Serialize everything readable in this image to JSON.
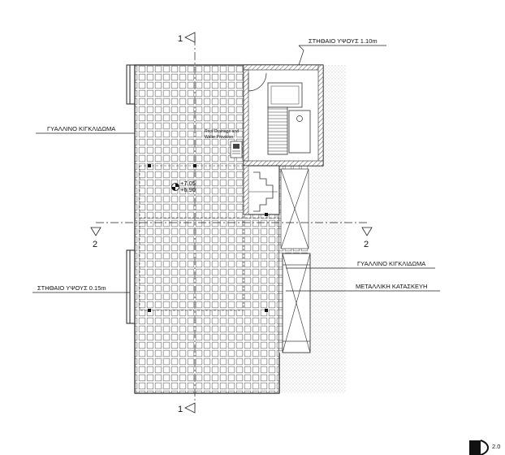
{
  "labels": {
    "parapet_high": "ΣΤΗΘΑΙΟ ΥΨΟΥΣ 1.10m",
    "glass_railing_left": "ΓΥΑΛΛΙΝΟ ΚΙΓΚΛΙΔΩΜΑ",
    "glass_railing_right": "ΓΥΑΛΛΙΝΟ ΚΙΓΚΛΙΔΩΜΑ",
    "parapet_low": "ΣΤΗΘΑΙΟ ΥΨΟΥΣ 0.15m",
    "metal_structure": "ΜΕΤΑΛΛΙΚΗ ΚΑΤΑΣΚΕΥΗ",
    "drainage_line1": "Roof Drainage and",
    "drainage_line2": "Water Provision"
  },
  "levels": {
    "top": "+7.05",
    "bottom": "+6.90"
  },
  "sections": {
    "s1_top": "1",
    "s1_bottom": "1",
    "s2_left": "2",
    "s2_right": "2"
  },
  "corner_mark": "2.0"
}
